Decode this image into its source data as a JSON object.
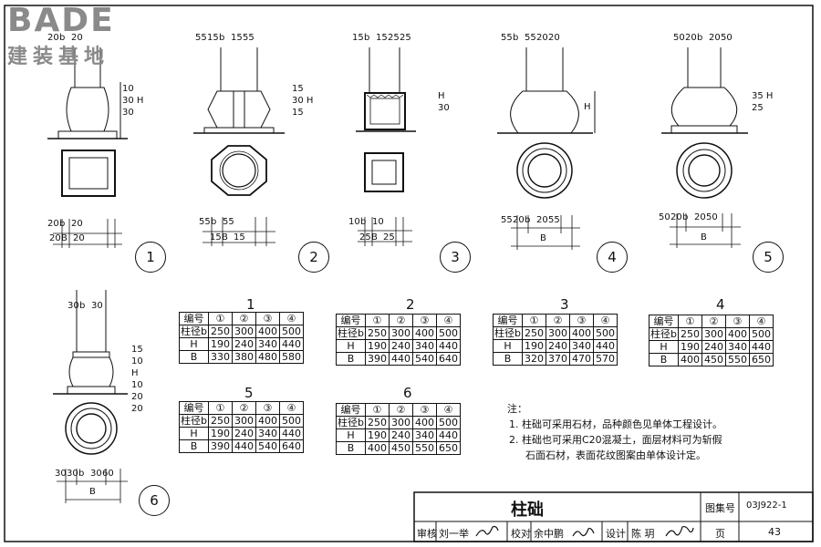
{
  "logo": {
    "line1": "BADE",
    "line2": "建装基地"
  },
  "details": [
    {
      "number": "1",
      "dims_top": [
        "20",
        "b",
        "20"
      ],
      "dims_side": [
        "10",
        "30 H",
        "30"
      ],
      "dims_bottom_a": [
        "20",
        "b",
        "20"
      ],
      "dims_bottom_b": [
        "20",
        "B",
        "20"
      ]
    },
    {
      "number": "2",
      "dims_top": [
        "55",
        "15",
        "b",
        "15",
        "55"
      ],
      "dims_side": [
        "15",
        "30 H",
        "15"
      ],
      "dims_bottom_a": [
        "55",
        "b",
        "55"
      ],
      "dims_bottom_b": [
        "15",
        "B",
        "15"
      ]
    },
    {
      "number": "3",
      "dims_top": [
        "15",
        "b",
        "15",
        "25",
        "25"
      ],
      "dims_side": [
        "H",
        "30"
      ],
      "dims_bottom_a": [
        "10",
        "b",
        "10"
      ],
      "dims_bottom_b": [
        "25",
        "B",
        "25"
      ]
    },
    {
      "number": "4",
      "dims_top": [
        "55",
        "b",
        "55",
        "20",
        "20"
      ],
      "dims_side": [
        "H"
      ],
      "dims_bottom_a": [
        "55",
        "20",
        "b",
        "20",
        "55"
      ],
      "dims_bottom_b": [
        "B"
      ]
    },
    {
      "number": "5",
      "dims_top": [
        "50",
        "20",
        "b",
        "20",
        "50"
      ],
      "dims_side": [
        "35 H",
        "25"
      ],
      "dims_bottom_a": [
        "50",
        "20",
        "b",
        "20",
        "50"
      ],
      "dims_bottom_b": [
        "B"
      ]
    },
    {
      "number": "6",
      "dims_top": [
        "30",
        "b",
        "30"
      ],
      "dims_side": [
        "15",
        "10",
        "H",
        "10",
        "20",
        "20"
      ],
      "dims_bottom_a": [
        "30",
        "30",
        "b",
        "30",
        "60"
      ],
      "dims_bottom_b": [
        "B"
      ]
    }
  ],
  "tables": [
    {
      "title": "1",
      "header": [
        "编号",
        "①",
        "②",
        "③",
        "④"
      ],
      "rows": [
        [
          "柱径b",
          "250",
          "300",
          "400",
          "500"
        ],
        [
          "H",
          "190",
          "240",
          "340",
          "440"
        ],
        [
          "B",
          "330",
          "380",
          "480",
          "580"
        ]
      ]
    },
    {
      "title": "2",
      "header": [
        "编号",
        "①",
        "②",
        "③",
        "④"
      ],
      "rows": [
        [
          "柱径b",
          "250",
          "300",
          "400",
          "500"
        ],
        [
          "H",
          "190",
          "240",
          "340",
          "440"
        ],
        [
          "B",
          "390",
          "440",
          "540",
          "640"
        ]
      ]
    },
    {
      "title": "3",
      "header": [
        "编号",
        "①",
        "②",
        "③",
        "④"
      ],
      "rows": [
        [
          "柱径b",
          "250",
          "300",
          "400",
          "500"
        ],
        [
          "H",
          "190",
          "240",
          "340",
          "440"
        ],
        [
          "B",
          "320",
          "370",
          "470",
          "570"
        ]
      ]
    },
    {
      "title": "4",
      "header": [
        "编号",
        "①",
        "②",
        "③",
        "④"
      ],
      "rows": [
        [
          "柱径b",
          "250",
          "300",
          "400",
          "500"
        ],
        [
          "H",
          "190",
          "240",
          "340",
          "440"
        ],
        [
          "B",
          "400",
          "450",
          "550",
          "650"
        ]
      ]
    },
    {
      "title": "5",
      "header": [
        "编号",
        "①",
        "②",
        "③",
        "④"
      ],
      "rows": [
        [
          "柱径b",
          "250",
          "300",
          "400",
          "500"
        ],
        [
          "H",
          "190",
          "240",
          "340",
          "440"
        ],
        [
          "B",
          "390",
          "440",
          "540",
          "640"
        ]
      ]
    },
    {
      "title": "6",
      "header": [
        "编号",
        "①",
        "②",
        "③",
        "④"
      ],
      "rows": [
        [
          "柱径b",
          "250",
          "300",
          "400",
          "500"
        ],
        [
          "H",
          "190",
          "240",
          "340",
          "440"
        ],
        [
          "B",
          "400",
          "450",
          "550",
          "650"
        ]
      ]
    }
  ],
  "notes": {
    "heading": "注：",
    "items": [
      "1. 柱础可采用石材，品种颜色见单体工程设计。",
      "2. 柱础也可采用C20混凝土，面层材料可为斩假",
      "石面石材，表面花纹图案由单体设计定。"
    ]
  },
  "title_block": {
    "drawing_title": "柱础",
    "atlas_label": "图集号",
    "atlas_no": "03J922-1",
    "review_label": "审核",
    "reviewer": "刘一举",
    "check_label": "校对",
    "checker": "余中鹏",
    "design_label": "设计",
    "designer": "陈 玥",
    "page_label": "页",
    "page_no": "43"
  }
}
